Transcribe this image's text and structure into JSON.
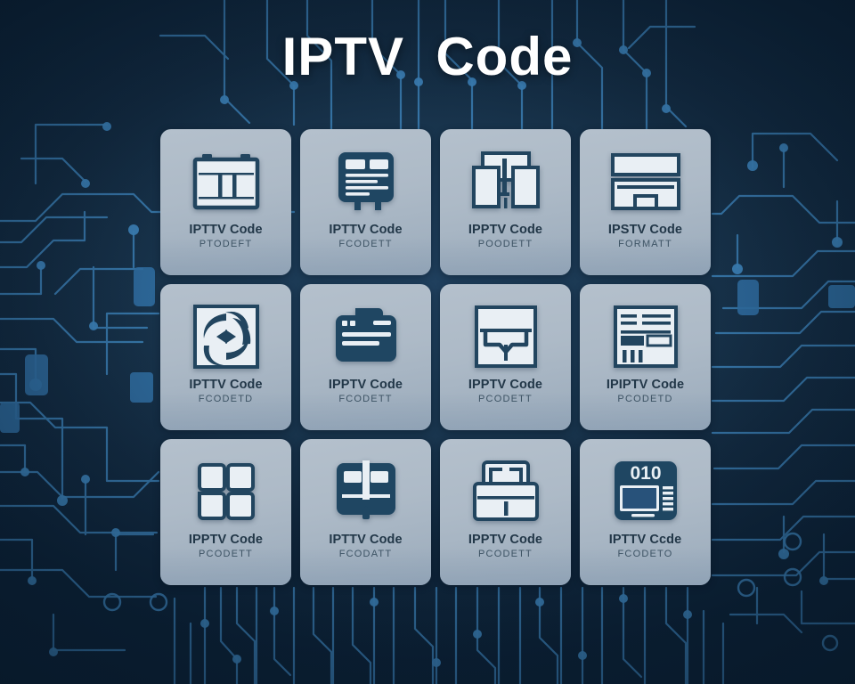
{
  "header": {
    "title": "IPTV  Code"
  },
  "colors": {
    "background_dark": "#0c2339",
    "background_center": "#20405e",
    "circuit_trace": "#3b7fb5",
    "card_background": "#adbac7",
    "card_title_text": "#223748",
    "card_subtitle_text": "#3d5364",
    "icon_outline": "#22455f",
    "icon_fill_light": "#e9eff4",
    "title_text": "#ffffff"
  },
  "grid": {
    "columns": 4,
    "rows": 3,
    "cards": [
      {
        "id": "card-1",
        "row": 1,
        "col": 1,
        "title": "IPTTV Code",
        "subtitle": "PTODEFT",
        "icon": "layout-window-icon",
        "icon_style": "outline"
      },
      {
        "id": "card-2",
        "row": 1,
        "col": 2,
        "title": "IPTTV Code",
        "subtitle": "FCODETT",
        "icon": "document-lines-icon",
        "icon_style": "filled"
      },
      {
        "id": "card-3",
        "row": 1,
        "col": 3,
        "title": "IPPTV Code",
        "subtitle": "POODETT",
        "icon": "split-panels-icon",
        "icon_style": "outline"
      },
      {
        "id": "card-4",
        "row": 1,
        "col": 4,
        "title": "IPSTV Code",
        "subtitle": "FORMATT",
        "icon": "stacked-bars-icon",
        "icon_style": "outline"
      },
      {
        "id": "card-5",
        "row": 2,
        "col": 1,
        "title": "IPTTV Code",
        "subtitle": "FCODETD",
        "icon": "swirl-refresh-icon",
        "icon_style": "outline"
      },
      {
        "id": "card-6",
        "row": 2,
        "col": 2,
        "title": "IPPTV Code",
        "subtitle": "FCODETT",
        "icon": "folder-card-icon",
        "icon_style": "filled"
      },
      {
        "id": "card-7",
        "row": 2,
        "col": 3,
        "title": "IPPTV Code",
        "subtitle": "PCODETT",
        "icon": "download-tray-icon",
        "icon_style": "outline"
      },
      {
        "id": "card-8",
        "row": 2,
        "col": 4,
        "title": "IPIPTV Code",
        "subtitle": "PCODETD",
        "icon": "dashboard-report-icon",
        "icon_style": "outline"
      },
      {
        "id": "card-9",
        "row": 3,
        "col": 1,
        "title": "IPPTV Code",
        "subtitle": "PCODETT",
        "icon": "four-panels-icon",
        "icon_style": "outline"
      },
      {
        "id": "card-10",
        "row": 3,
        "col": 2,
        "title": "IPTTV Code",
        "subtitle": "FCODATT",
        "icon": "open-book-icon",
        "icon_style": "filled"
      },
      {
        "id": "card-11",
        "row": 3,
        "col": 3,
        "title": "IPPTV Code",
        "subtitle": "PCODETT",
        "icon": "briefcase-lock-icon",
        "icon_style": "outline"
      },
      {
        "id": "card-12",
        "row": 3,
        "col": 4,
        "title": "IPTTV Ccde",
        "subtitle": "FCODETO",
        "icon": "tv-binary-icon",
        "icon_style": "filled",
        "icon_badge": "010"
      }
    ]
  }
}
